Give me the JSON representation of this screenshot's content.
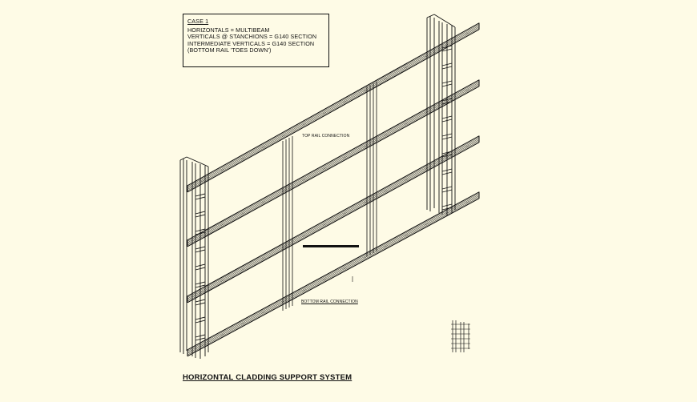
{
  "legend": {
    "title": "CASE 1",
    "lines": [
      "HORIZONTALS = MULTIBEAM",
      "VERTICALS @ STANCHIONS = G140 SECTION",
      "INTERMEDIATE VERTICALS = G140 SECTION",
      "(BOTTOM RAIL 'TOES DOWN')"
    ]
  },
  "labels": {
    "top_rail": "TOP RAIL CONNECTION",
    "bottom_rail": "BOTTOM RAIL CONNECTION"
  },
  "caption": "HORIZONTAL CLADDING SUPPORT SYSTEM",
  "colors": {
    "background": "#fefbe6",
    "line": "#111111"
  }
}
